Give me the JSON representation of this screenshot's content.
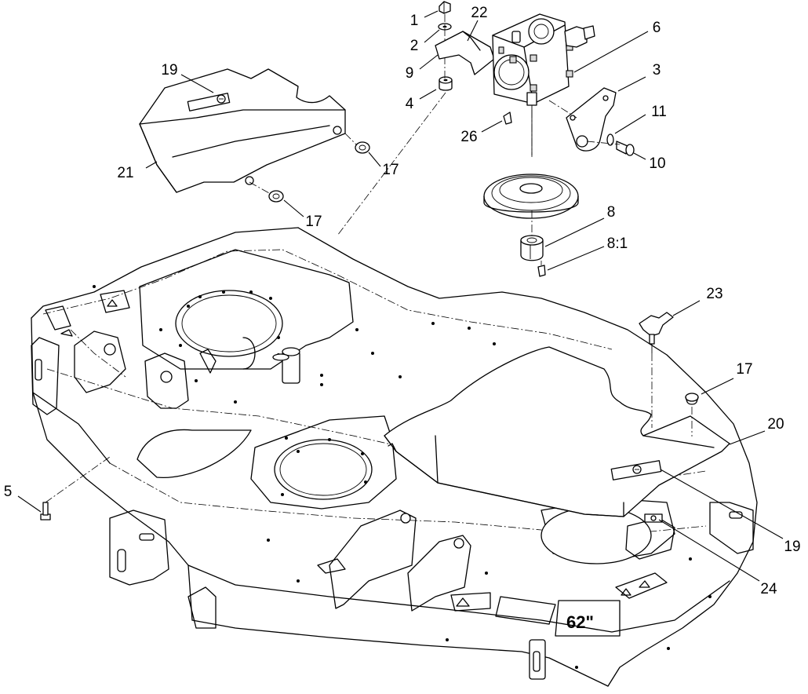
{
  "diagram": {
    "deck_decal": "62\"",
    "callouts": {
      "c1": "1",
      "c2": "2",
      "c22": "22",
      "c6": "6",
      "c9": "9",
      "c4": "4",
      "c3": "3",
      "c11": "11",
      "c26": "26",
      "c10": "10",
      "c19a": "19",
      "c17a": "17",
      "c21": "21",
      "c17b": "17",
      "c8": "8",
      "c8_1": "8:1",
      "c23": "23",
      "c17c": "17",
      "c20": "20",
      "c5": "5",
      "c19b": "19",
      "c24": "24"
    }
  }
}
